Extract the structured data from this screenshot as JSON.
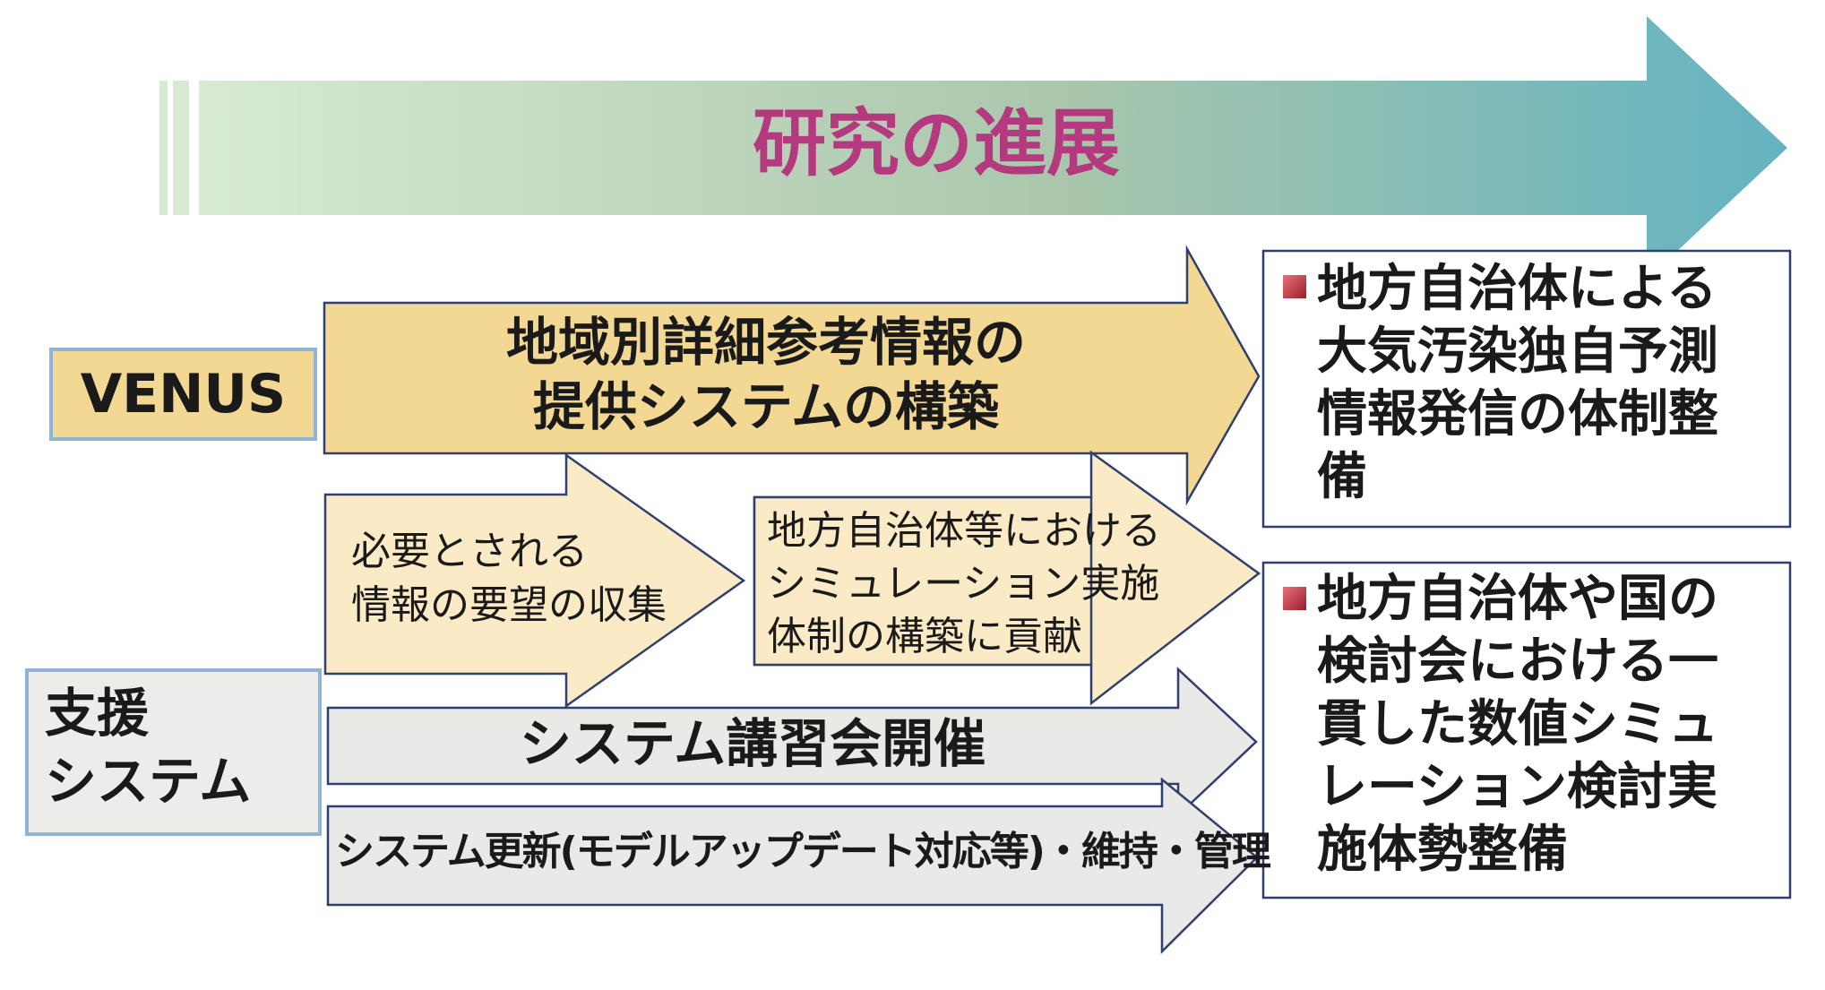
{
  "banner": {
    "title": "研究の進展",
    "title_color": "#b5397f"
  },
  "labels": {
    "venus": "VENUS",
    "support_line1": "支援",
    "support_line2": "システム"
  },
  "venus_arrow": {
    "line1": "地域別詳細参考情報の",
    "line2": "提供システムの構築"
  },
  "sub_arrow_1": {
    "line1": "必要とされる",
    "line2": "情報の要望の収集"
  },
  "sub_arrow_2": {
    "line1": "地方自治体等における",
    "line2": "シミュレーション実施",
    "line3": "体制の構築に貢献"
  },
  "support_arrow_1": {
    "text": "システム講習会開催"
  },
  "support_arrow_2": {
    "text": "システム更新(モデルアップデート対応等)・維持・管理"
  },
  "outcome_1": {
    "lines": [
      "地方自治体による",
      "大気汚染独自予測",
      "情報発信の体制整",
      "備"
    ]
  },
  "outcome_2": {
    "lines": [
      "地方自治体や国の",
      "検討会における一",
      "貫した数値シミュ",
      "レーション検討実",
      "施体勢整備"
    ]
  },
  "colors": {
    "banner_start": "#d8ead2",
    "banner_end": "#6ab7c2",
    "venus_arrow": "#f2d892",
    "sub_arrow": "#faeac6",
    "gray_arrow": "#e9e9e7",
    "outline": "#2f3f6f",
    "bullet": "#b42535"
  }
}
